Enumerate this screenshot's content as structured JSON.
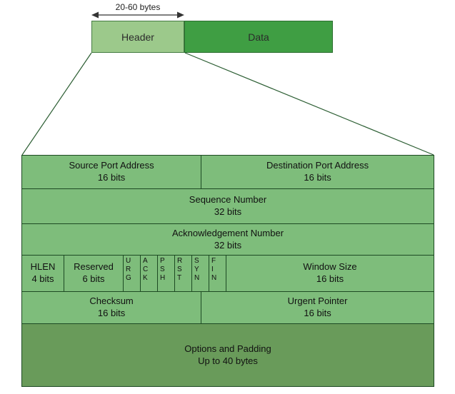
{
  "overview": {
    "size_label": "20-60 bytes",
    "header_box": "Header",
    "data_box": "Data"
  },
  "table": {
    "row1": {
      "left_title": "Source Port Address",
      "left_bits": "16 bits",
      "right_title": "Destination Port Address",
      "right_bits": "16 bits"
    },
    "row2": {
      "title": "Sequence Number",
      "bits": "32 bits"
    },
    "row3": {
      "title": "Acknowledgement Number",
      "bits": "32 bits"
    },
    "row4": {
      "hlen_title": "HLEN",
      "hlen_bits": "4 bits",
      "reserved_title": "Reserved",
      "reserved_bits": "6 bits",
      "flags": [
        "URG",
        "ACK",
        "PSH",
        "RST",
        "SYN",
        "FIN"
      ],
      "window_title": "Window Size",
      "window_bits": "16 bits"
    },
    "row5": {
      "left_title": "Checksum",
      "left_bits": "16 bits",
      "right_title": "Urgent Pointer",
      "right_bits": "16 bits"
    },
    "row6": {
      "title": "Options and Padding",
      "bits": "Up to 40 bytes"
    }
  },
  "colors": {
    "header_fill": "#9cc98b",
    "data_fill": "#3f9e43",
    "cell_fill": "#7ebd7b",
    "options_fill": "#699b5a",
    "table_border": "#1d4a23",
    "arrow": "#333333"
  }
}
